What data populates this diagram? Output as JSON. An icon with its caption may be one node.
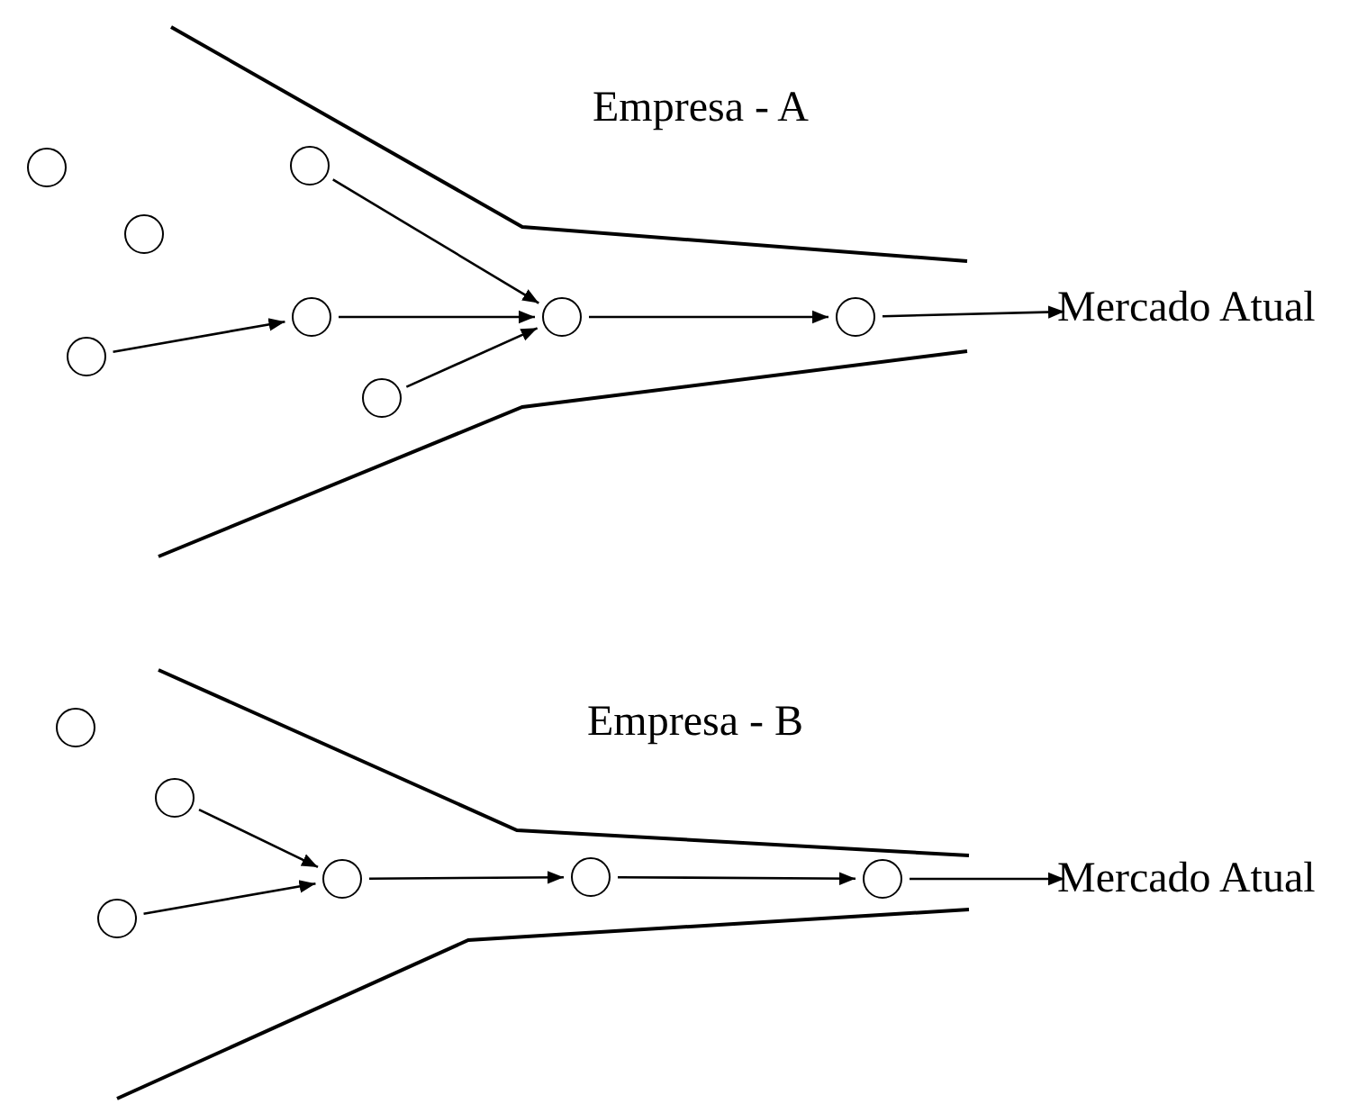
{
  "diagram": {
    "nodes": [
      {
        "text": [],
        "shape": "circle"
      },
      {
        "text": [],
        "shape": "circle"
      },
      {
        "text": [],
        "shape": "circle"
      },
      {
        "text": [],
        "shape": "circle"
      },
      {
        "text": [],
        "shape": "circle"
      },
      {
        "text": [],
        "shape": "circle"
      },
      {
        "text": [],
        "shape": "circle"
      },
      {
        "text": [],
        "shape": "circle"
      },
      {
        "text": [
          "Mercado Atual"
        ]
      },
      {
        "text": [],
        "shape": "circle"
      },
      {
        "text": [],
        "shape": "circle"
      },
      {
        "text": [],
        "shape": "circle"
      },
      {
        "text": [],
        "shape": "circle"
      },
      {
        "text": [],
        "shape": "circle"
      },
      {
        "text": [],
        "shape": "circle"
      },
      {
        "text": [
          "Mercado Atual"
        ]
      }
    ],
    "edges": [
      {
        "from": 2,
        "to": 6,
        "arrow": "to"
      },
      {
        "from": 3,
        "to": 4,
        "arrow": "to"
      },
      {
        "from": 4,
        "to": 6,
        "arrow": "to"
      },
      {
        "from": 5,
        "to": 6,
        "arrow": "to"
      },
      {
        "from": 6,
        "to": 7,
        "arrow": "to"
      },
      {
        "from": 7,
        "to": 8,
        "arrow": "to"
      },
      {
        "from": 10,
        "to": 12,
        "arrow": "to"
      },
      {
        "from": 11,
        "to": 12,
        "arrow": "to"
      },
      {
        "from": 12,
        "to": 13,
        "arrow": "to"
      },
      {
        "from": 13,
        "to": 14,
        "arrow": "to"
      },
      {
        "from": 14,
        "to": 15,
        "arrow": "to"
      }
    ],
    "labels": [
      "Empresa - A",
      "Empresa - B"
    ]
  }
}
